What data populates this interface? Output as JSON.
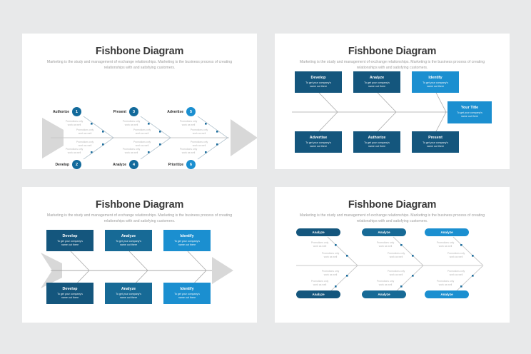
{
  "background_color": "#e8e9ea",
  "common": {
    "title": "Fishbone Diagram",
    "subtitle": "Marketing is the study and management of exchange relationships. Marketing is the business process of creating relationships with and satisfying customers.",
    "detail_text_line1": "Promotions only",
    "detail_text_line2": "work as well",
    "box_body_line1": "To get your company's",
    "box_body_line2": "name out there"
  },
  "colors": {
    "dark_blue": "#14567d",
    "mid_blue": "#176a96",
    "light_blue": "#1b8fd0",
    "circle_blue": "#136a9b",
    "spine_gray": "#c9c9c9",
    "arrow_gray": "#d8d8d8",
    "title_color": "#3b3b3b",
    "subtitle_color": "#9d9d9d"
  },
  "panel1": {
    "name": "numbered-fishbone",
    "top_branches": [
      {
        "label": "Authorize",
        "number": "1"
      },
      {
        "label": "Present",
        "number": "3"
      },
      {
        "label": "Advertise",
        "number": "5"
      }
    ],
    "bottom_branches": [
      {
        "label": "Develop",
        "number": "2"
      },
      {
        "label": "Analyze",
        "number": "4"
      },
      {
        "label": "Prioritize",
        "number": "6"
      }
    ],
    "detail_count_per_branch": 2
  },
  "panel2": {
    "name": "boxed-fishbone-with-title",
    "top_boxes": [
      {
        "title": "Develop",
        "shade": "dark"
      },
      {
        "title": "Analyze",
        "shade": "dark"
      },
      {
        "title": "Identify",
        "shade": "light"
      }
    ],
    "bottom_boxes": [
      {
        "title": "Advertise",
        "shade": "dark"
      },
      {
        "title": "Authorize",
        "shade": "dark"
      },
      {
        "title": "Present",
        "shade": "dark"
      }
    ],
    "head_box": {
      "title": "Your Title",
      "shade": "light"
    }
  },
  "panel3": {
    "name": "boxed-fishbone-gradient",
    "top_boxes": [
      {
        "title": "Develop",
        "shade": "dark"
      },
      {
        "title": "Analyze",
        "shade": "mid"
      },
      {
        "title": "Identify",
        "shade": "light"
      }
    ],
    "bottom_boxes": [
      {
        "title": "Develop",
        "shade": "dark"
      },
      {
        "title": "Analyze",
        "shade": "mid"
      },
      {
        "title": "Identify",
        "shade": "light"
      }
    ]
  },
  "panel4": {
    "name": "pill-fishbone",
    "top_pills": [
      {
        "label": "Analyze",
        "shade": "dark"
      },
      {
        "label": "Analyze",
        "shade": "mid"
      },
      {
        "label": "Analyze",
        "shade": "light"
      }
    ],
    "bottom_pills": [
      {
        "label": "Analyze",
        "shade": "dark"
      },
      {
        "label": "Analyze",
        "shade": "mid"
      },
      {
        "label": "Analyze",
        "shade": "light"
      }
    ],
    "detail_count_per_branch": 2
  }
}
